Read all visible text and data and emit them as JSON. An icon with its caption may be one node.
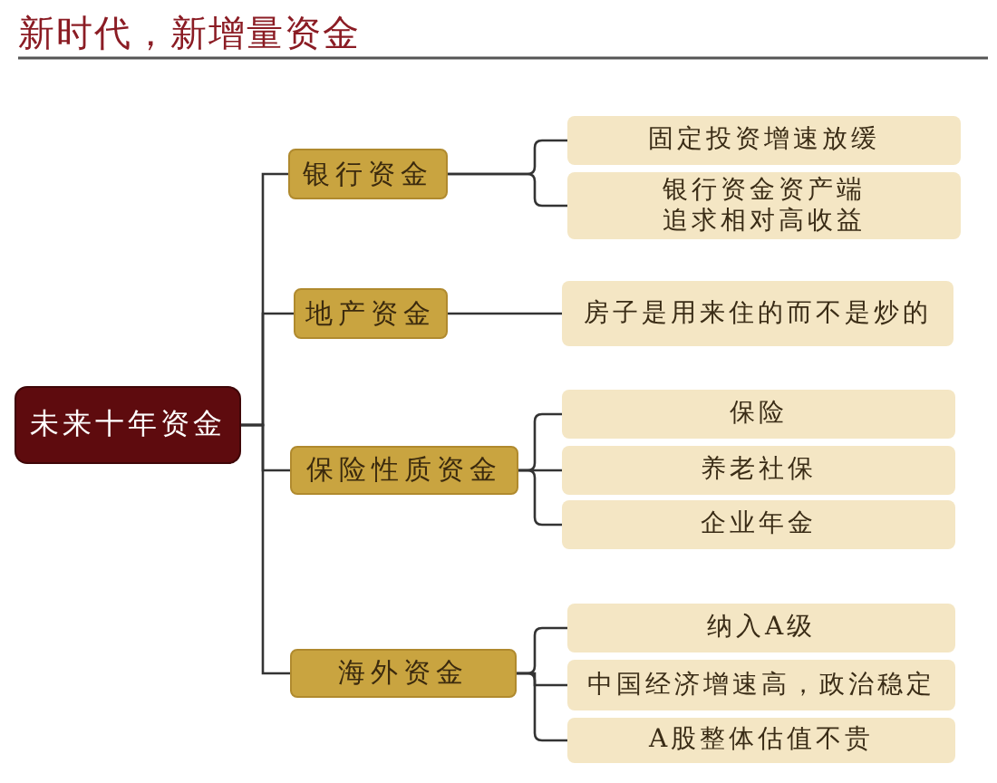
{
  "diagram": {
    "title": "新时代，新增量资金",
    "nodes": [
      {
        "text": [
          "未来十年资金"
        ]
      },
      {
        "text": [
          "银行资金"
        ]
      },
      {
        "text": [
          "固定投资增速放缓"
        ]
      },
      {
        "text": [
          "银行资金资产端追求相对高收益"
        ]
      },
      {
        "text": [
          "地产资金"
        ]
      },
      {
        "text": [
          "房子是用来住的而不是炒的"
        ]
      },
      {
        "text": [
          "保险性质资金"
        ]
      },
      {
        "text": [
          "保险"
        ]
      },
      {
        "text": [
          "养老社保"
        ]
      },
      {
        "text": [
          "企业年金"
        ]
      },
      {
        "text": [
          "海外资金"
        ]
      },
      {
        "text": [
          "纳入A级"
        ]
      },
      {
        "text": [
          "中国经济增速高，政治稳定"
        ]
      },
      {
        "text": [
          "A股整体估值不贵"
        ]
      }
    ],
    "edges": [
      {
        "from": 0,
        "to": 1,
        "arrow": "none"
      },
      {
        "from": 0,
        "to": 4,
        "arrow": "none"
      },
      {
        "from": 0,
        "to": 6,
        "arrow": "none"
      },
      {
        "from": 0,
        "to": 10,
        "arrow": "none"
      },
      {
        "from": 1,
        "to": 2,
        "arrow": "none"
      },
      {
        "from": 1,
        "to": 3,
        "arrow": "none"
      },
      {
        "from": 4,
        "to": 5,
        "arrow": "none"
      },
      {
        "from": 6,
        "to": 7,
        "arrow": "none"
      },
      {
        "from": 6,
        "to": 8,
        "arrow": "none"
      },
      {
        "from": 6,
        "to": 9,
        "arrow": "none"
      },
      {
        "from": 10,
        "to": 11,
        "arrow": "none"
      },
      {
        "from": 10,
        "to": 12,
        "arrow": "none"
      },
      {
        "from": 10,
        "to": 13,
        "arrow": "none"
      }
    ]
  }
}
